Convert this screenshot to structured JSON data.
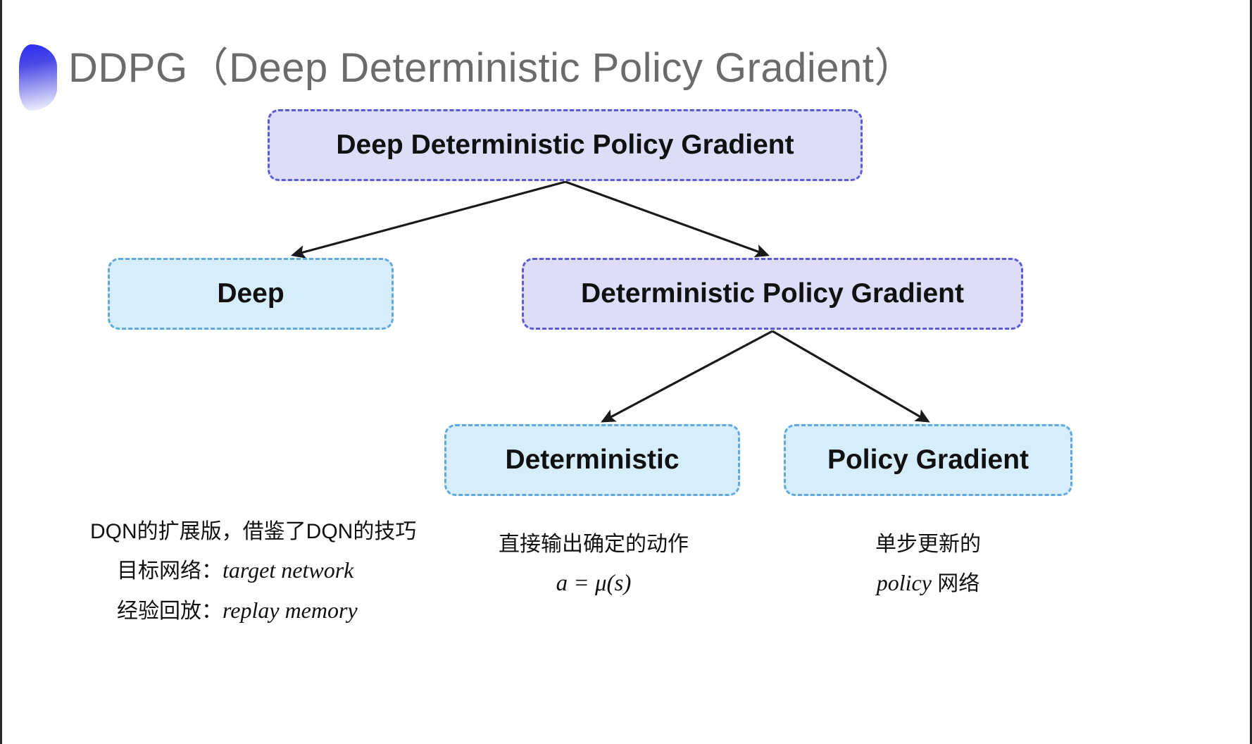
{
  "slide": {
    "title": "DDPG（Deep Deterministic Policy Gradient）",
    "background_color": "#ffffff",
    "accent_color": "#3434ee"
  },
  "diagram": {
    "type": "tree",
    "palette": {
      "purple_fill": "#ddddf9",
      "purple_border": "#5b5bd6",
      "cyan_fill": "#d6eefb",
      "cyan_border": "#61a9dd",
      "arrow_color": "#1a1a1a"
    },
    "nodes": [
      {
        "id": "root",
        "label": "Deep Deterministic Policy Gradient",
        "style": "purple"
      },
      {
        "id": "deep",
        "label": "Deep",
        "style": "cyan"
      },
      {
        "id": "dpg",
        "label": "Deterministic Policy Gradient",
        "style": "purple"
      },
      {
        "id": "det",
        "label": "Deterministic",
        "style": "cyan"
      },
      {
        "id": "pg",
        "label": "Policy Gradient",
        "style": "cyan"
      }
    ],
    "edges": [
      {
        "from": "root",
        "to": "deep"
      },
      {
        "from": "root",
        "to": "dpg"
      },
      {
        "from": "dpg",
        "to": "det"
      },
      {
        "from": "dpg",
        "to": "pg"
      }
    ]
  },
  "captions": {
    "deep": {
      "line1": "DQN的扩展版，借鉴了DQN的技巧",
      "line2_label": "目标网络：",
      "line2_term": "target network",
      "line3_label": "经验回放：",
      "line3_term": "replay memory"
    },
    "deterministic": {
      "line1": "直接输出确定的动作",
      "formula": "a = μ(s)"
    },
    "policy_gradient": {
      "line1": "单步更新的",
      "line2_term": "policy",
      "line2_suffix": " 网络"
    }
  }
}
